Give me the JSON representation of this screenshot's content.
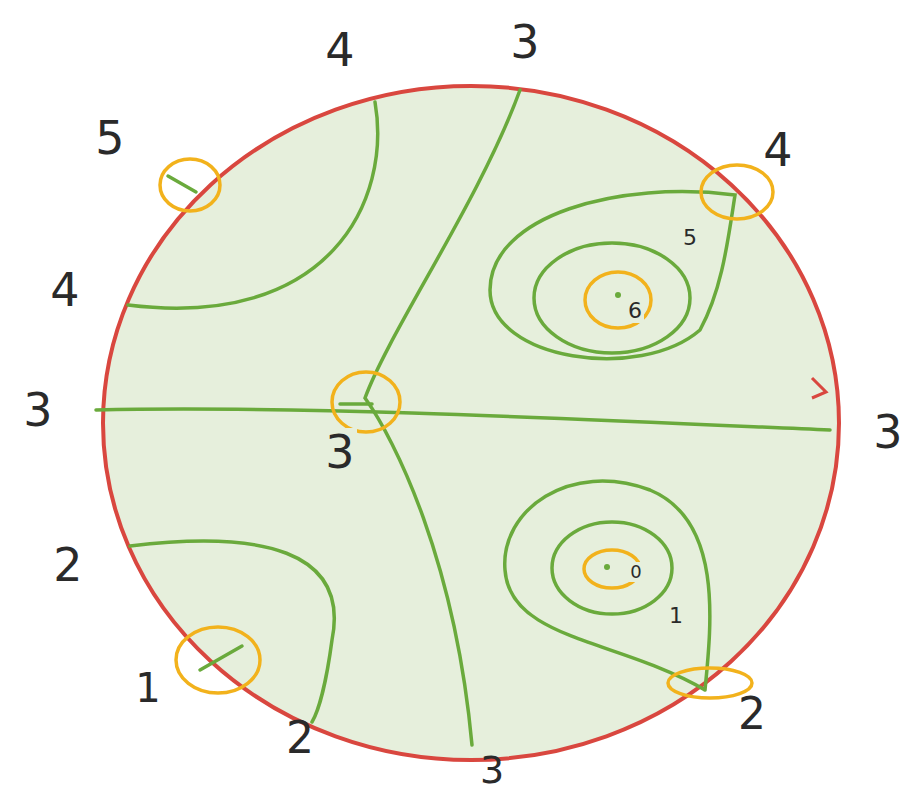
{
  "diagram": {
    "labels": [
      "4",
      "3",
      "5",
      "4",
      "5",
      "4",
      "6",
      "3",
      "3",
      "3",
      "2",
      "0",
      "1",
      "1",
      "2",
      "2",
      "3"
    ]
  }
}
